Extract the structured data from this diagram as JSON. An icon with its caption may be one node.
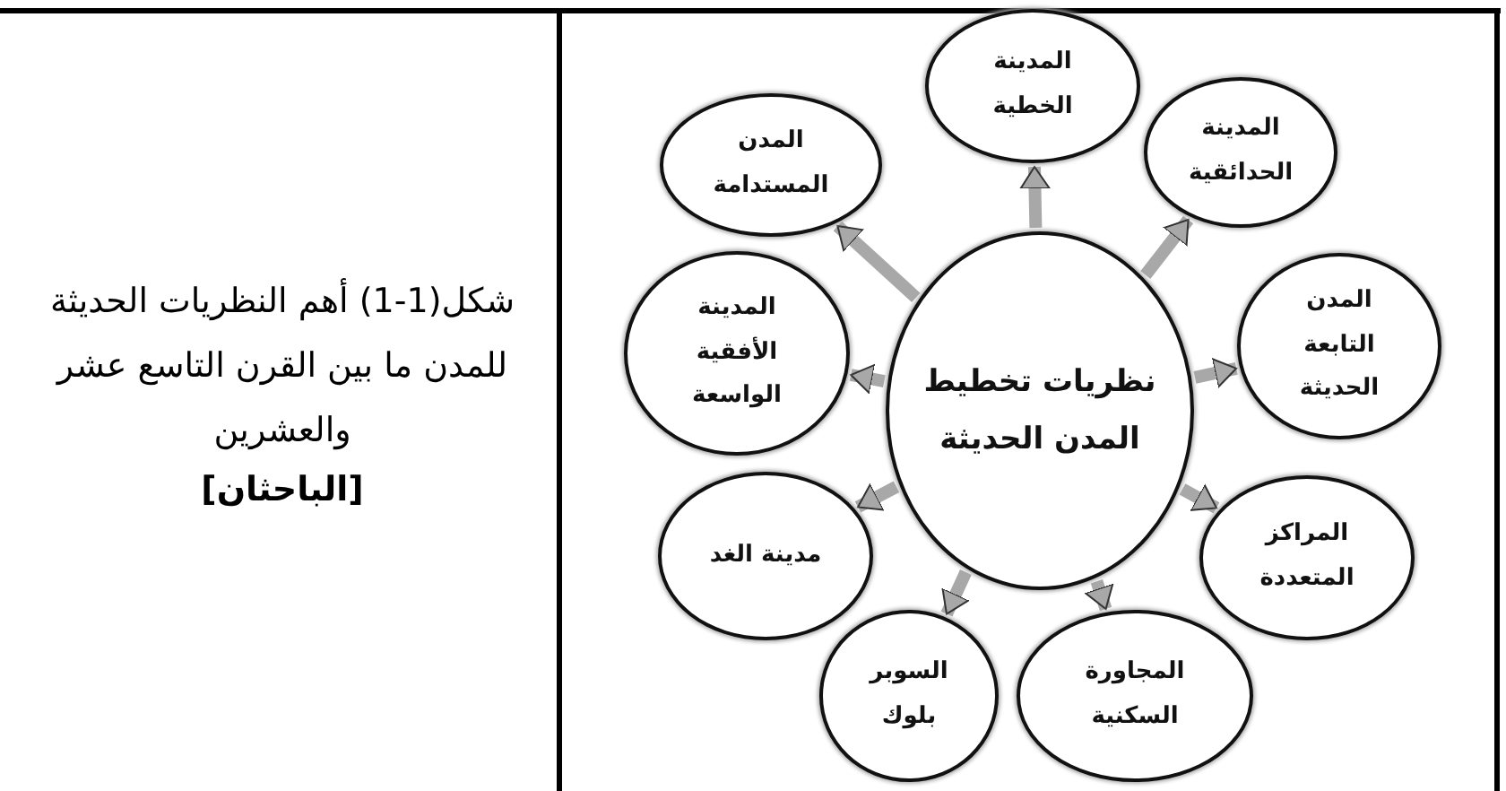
{
  "diagram": {
    "caption": "شكل(1-1) أهم النظريات الحديثة للمدن ما بين القرن التاسع عشر والعشرين",
    "nodes": [
      {
        "text": [
          "نظريات تخطيط المدن الحديثة"
        ]
      },
      {
        "text": [
          "المدينة الخطية"
        ]
      },
      {
        "text": [
          "المدينة الحدائقية"
        ]
      },
      {
        "text": [
          "المدن التابعة الحديثة"
        ]
      },
      {
        "text": [
          "المراكز المتعددة"
        ]
      },
      {
        "text": [
          "المجاورة السكنية"
        ]
      },
      {
        "text": [
          "السوبر بلوك"
        ]
      },
      {
        "text": [
          "مدينة الغد"
        ]
      },
      {
        "text": [
          "المدينة الأفقية الواسعة"
        ]
      },
      {
        "text": [
          "المدن المستدامة"
        ]
      }
    ],
    "edges": [
      {
        "from": 0,
        "to": 1,
        "arrow": "to"
      },
      {
        "from": 0,
        "to": 2,
        "arrow": "to"
      },
      {
        "from": 0,
        "to": 3,
        "arrow": "to"
      },
      {
        "from": 0,
        "to": 4,
        "arrow": "to"
      },
      {
        "from": 0,
        "to": 5,
        "arrow": "to"
      },
      {
        "from": 0,
        "to": 6,
        "arrow": "to"
      },
      {
        "from": 0,
        "to": 7,
        "arrow": "to"
      },
      {
        "from": 0,
        "to": 8,
        "arrow": "to"
      },
      {
        "from": 0,
        "to": 9,
        "arrow": "to"
      }
    ],
    "labels": [
      "[الباحثان]"
    ]
  }
}
